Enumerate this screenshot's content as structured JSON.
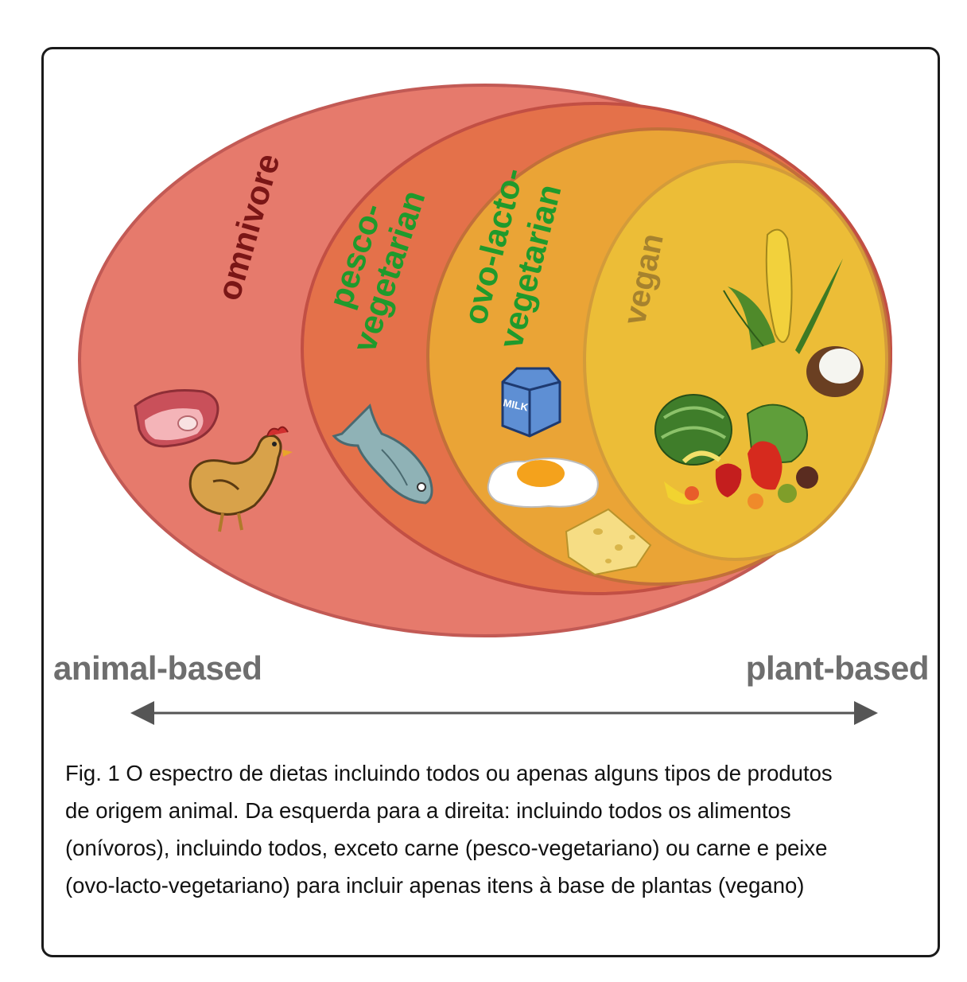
{
  "diagram": {
    "labels": {
      "omnivore": "omnivore",
      "pesco_line1": "pesco-",
      "pesco_line2": "vegetarian",
      "ovo_line1": "ovo-lacto-",
      "ovo_line2": "vegetarian",
      "vegan": "vegan",
      "milk_carton": "MILK"
    },
    "axis": {
      "left_label": "animal-based",
      "right_label": "plant-based"
    },
    "colors": {
      "omnivore": "#e67a6c",
      "pesco": "#e4714a",
      "ovo": "#eaa436",
      "vegan": "#ecbd37",
      "omnivore_text": "#7a1616",
      "vegetarian_text": "#1f9a2c",
      "vegan_text": "#a6822e",
      "axis_text": "#6e6e6e"
    },
    "icons": [
      "meat-icon",
      "chicken-icon",
      "fish-icon",
      "milk-carton-icon",
      "fried-egg-icon",
      "cheese-icon",
      "corn-icon",
      "coconut-icon",
      "fruit-vegetable-pile-icon"
    ]
  },
  "caption": {
    "line1": "Fig. 1 O espectro de dietas incluindo todos ou apenas alguns tipos de produtos",
    "line2": "de origem animal. Da esquerda para a direita: incluindo todos os alimentos",
    "line3": "(onívoros), incluindo todos, exceto carne (pesco-vegetariano) ou carne e peixe",
    "line4": "(ovo-lacto-vegetariano) para incluir apenas itens à base de plantas (vegano)"
  }
}
